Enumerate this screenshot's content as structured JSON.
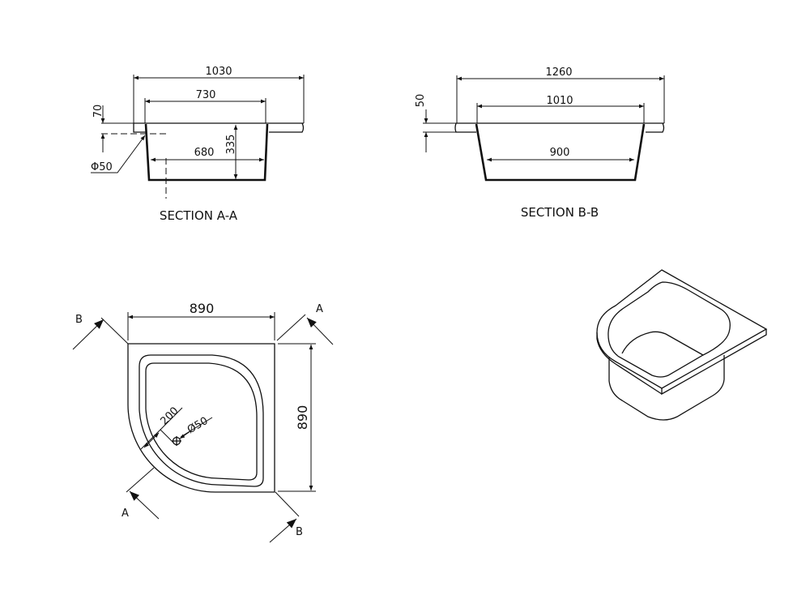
{
  "section_a": {
    "title": "SECTION A-A",
    "overall_width": "1030",
    "basin_top_width": "730",
    "basin_bottom_width": "680",
    "depth": "335",
    "rim_thickness": "70",
    "drain_diameter": "Φ50"
  },
  "section_b": {
    "title": "SECTION B-B",
    "overall_width": "1260",
    "basin_top_width": "1010",
    "basin_bottom_width": "900",
    "rim_thickness": "50"
  },
  "plan": {
    "width": "890",
    "height": "890",
    "drain_offset": "200",
    "drain_diameter": "Ø50",
    "cut_a_label": "A",
    "cut_b_label": "B"
  }
}
